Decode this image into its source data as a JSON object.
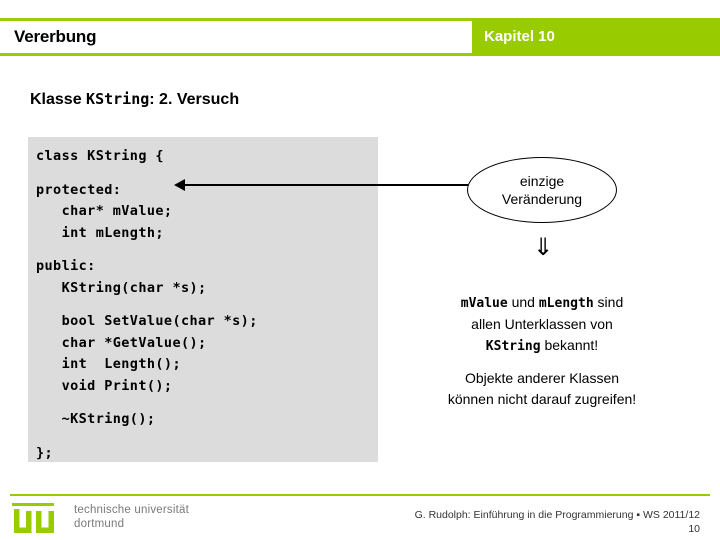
{
  "header": {
    "title": "Vererbung",
    "chapter": "Kapitel 10",
    "accent_color": "#99CC00"
  },
  "slide": {
    "title_prefix": "Klasse ",
    "title_mono": "KString",
    "title_suffix": ": 2. Versuch"
  },
  "code": {
    "background_color": "#DCDCDC",
    "lines": [
      "class KString {",
      "",
      "protected:",
      "   char* mValue;",
      "   int mLength;",
      "",
      "public:",
      "   KString(char *s);",
      "",
      "   bool SetValue(char *s);",
      "   char *GetValue();",
      "   int  Length();",
      "   void Print();",
      "",
      "   ~KString();",
      "",
      "};"
    ]
  },
  "callout": {
    "line1": "einzige",
    "line2": "Veränderung",
    "arrow_glyph": "⇓"
  },
  "notes": {
    "note1": {
      "mono1": "mValue",
      "text1": " und ",
      "mono2": "mLength",
      "text2": " sind",
      "line2": "allen Unterklassen von",
      "mono3": "KString",
      "text3": " bekannt!"
    },
    "note2": {
      "line1": "Objekte anderer Klassen",
      "line2": "können nicht darauf zugreifen!"
    }
  },
  "footer": {
    "logo_line1": "technische universität",
    "logo_line2": "dortmund",
    "credit": "G. Rudolph: Einführung in die Programmierung ▪ WS 2011/12",
    "page": "10"
  }
}
